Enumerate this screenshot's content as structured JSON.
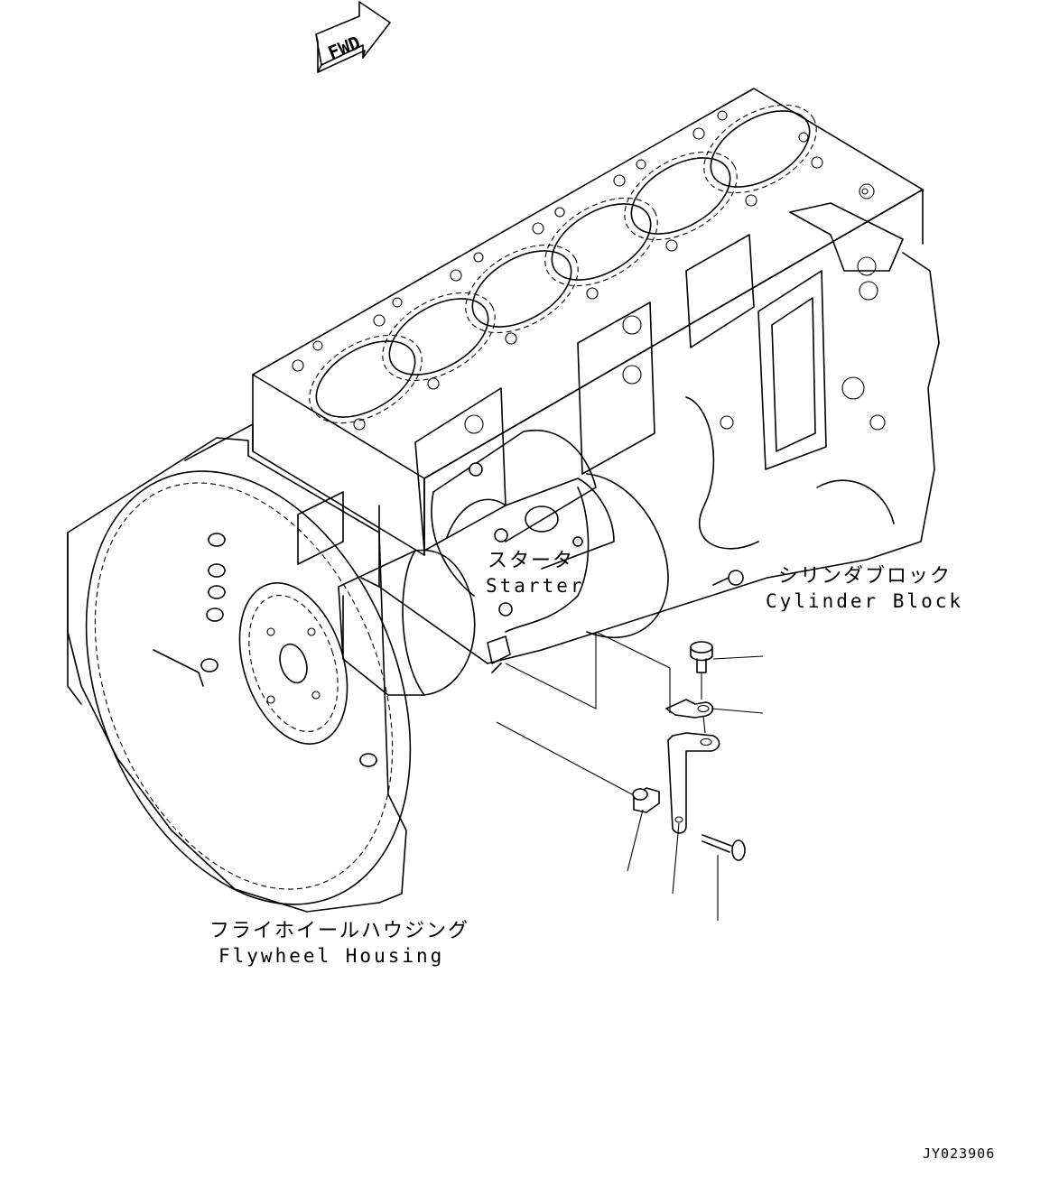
{
  "labels": {
    "fwd": "FWD",
    "starter_jp": "スタータ",
    "starter_en": "Starter",
    "cylinder_block_jp": "シリンダブロック",
    "cylinder_block_en": "Cylinder Block",
    "flywheel_housing_jp": "フライホイールハウジング",
    "flywheel_housing_en": "Flywheel Housing",
    "drawing_code": "JY023906"
  },
  "icons": {
    "direction": "fwd-arrow-icon"
  }
}
